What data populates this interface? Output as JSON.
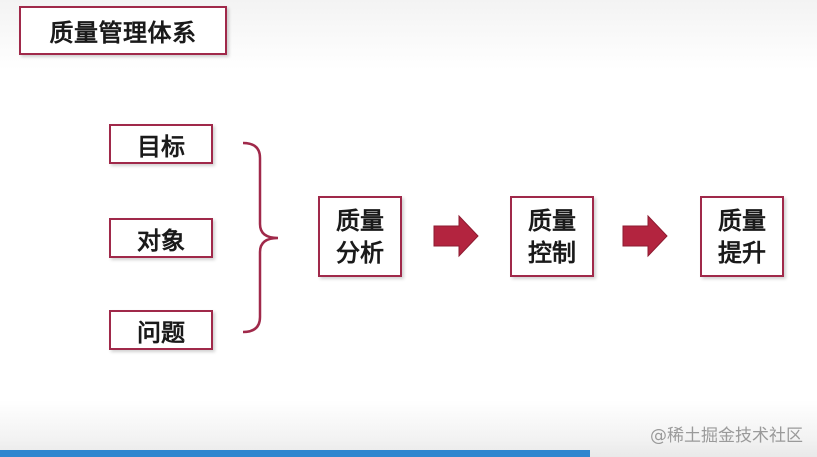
{
  "title": "质量管理体系",
  "inputs": [
    {
      "label": "目标"
    },
    {
      "label": "对象"
    },
    {
      "label": "问题"
    }
  ],
  "stages": [
    {
      "line1": "质量",
      "line2": "分析"
    },
    {
      "line1": "质量",
      "line2": "控制"
    },
    {
      "line1": "质量",
      "line2": "提升"
    }
  ],
  "watermark": "@稀土掘金技术社区",
  "colors": {
    "border": "#a0294a",
    "arrow": "#b3243f",
    "progress": "#2f86cf"
  }
}
